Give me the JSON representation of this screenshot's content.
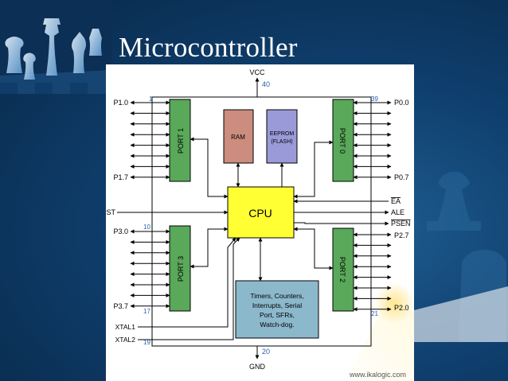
{
  "slide": {
    "title": "Microcontroller"
  },
  "diagram": {
    "vcc_label": "VCC",
    "vcc_pin": "40",
    "gnd_label": "GND",
    "gnd_pin": "20",
    "cpu_label": "CPU",
    "ram_label": "RAM",
    "eeprom_line1": "EEPROM",
    "eeprom_line2": "(FLASH)",
    "port1_label": "PORT 1",
    "port0_label": "PORT 0",
    "port3_label": "PORT 3",
    "port2_label": "PORT 2",
    "timers_lines": [
      "Timers, Counters,",
      "Interrupts, Serial",
      "Port, SFRs,",
      "Watch-dog."
    ],
    "pins_left": {
      "p1_0": "P1.0",
      "p1_7": "P1.7",
      "rst": "RST",
      "p3_0": "P3.0",
      "p3_7": "P3.7",
      "xtal1": "XTAL1",
      "xtal2": "XTAL2"
    },
    "pin_numbers_left": {
      "p1_0": "1",
      "p3_0": "10",
      "p3_7": "17",
      "xtal2": "19"
    },
    "pins_right": {
      "p0_0": "P0.0",
      "p0_7": "P0.7",
      "ea": "EA",
      "ale": "ALE",
      "psen": "PSEN",
      "p2_7": "P2.7",
      "p2_0": "P2.0"
    },
    "pin_numbers_right": {
      "p0_0": "39",
      "p2_0": "21"
    },
    "watermark": "www.ikalogic.com"
  },
  "colors": {
    "port_fill": "#5aa85a",
    "cpu_fill": "#ffff33",
    "ram_fill": "#cc8c7e",
    "eeprom_fill": "#9a9ad8",
    "timers_fill": "#8cb8cc",
    "pin_number": "#2a5db0",
    "background": "#0f3f6e"
  }
}
